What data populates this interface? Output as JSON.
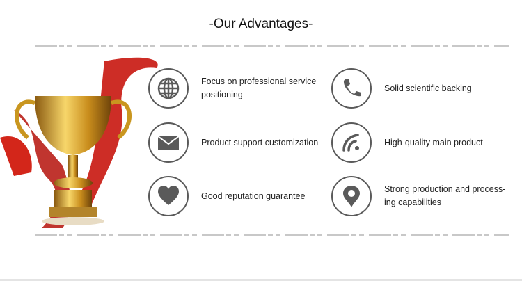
{
  "title": "-Our Advantages-",
  "advantages": [
    {
      "icon": "globe-icon",
      "label": "Focus on professional service positioning"
    },
    {
      "icon": "phone-icon",
      "label": "Solid scientific backing"
    },
    {
      "icon": "envelope-icon",
      "label": "Product support customization"
    },
    {
      "icon": "signal-icon",
      "label": "High-quality main product"
    },
    {
      "icon": "heart-icon",
      "label": "Good reputation guarantee"
    },
    {
      "icon": "location-pin-icon",
      "label": "Strong production and process-ing capabilities"
    }
  ],
  "colors": {
    "icon": "#5a5a5a",
    "dash": "#c8c8c8",
    "ribbon": "#c8160e",
    "gold": "#d9a526"
  }
}
